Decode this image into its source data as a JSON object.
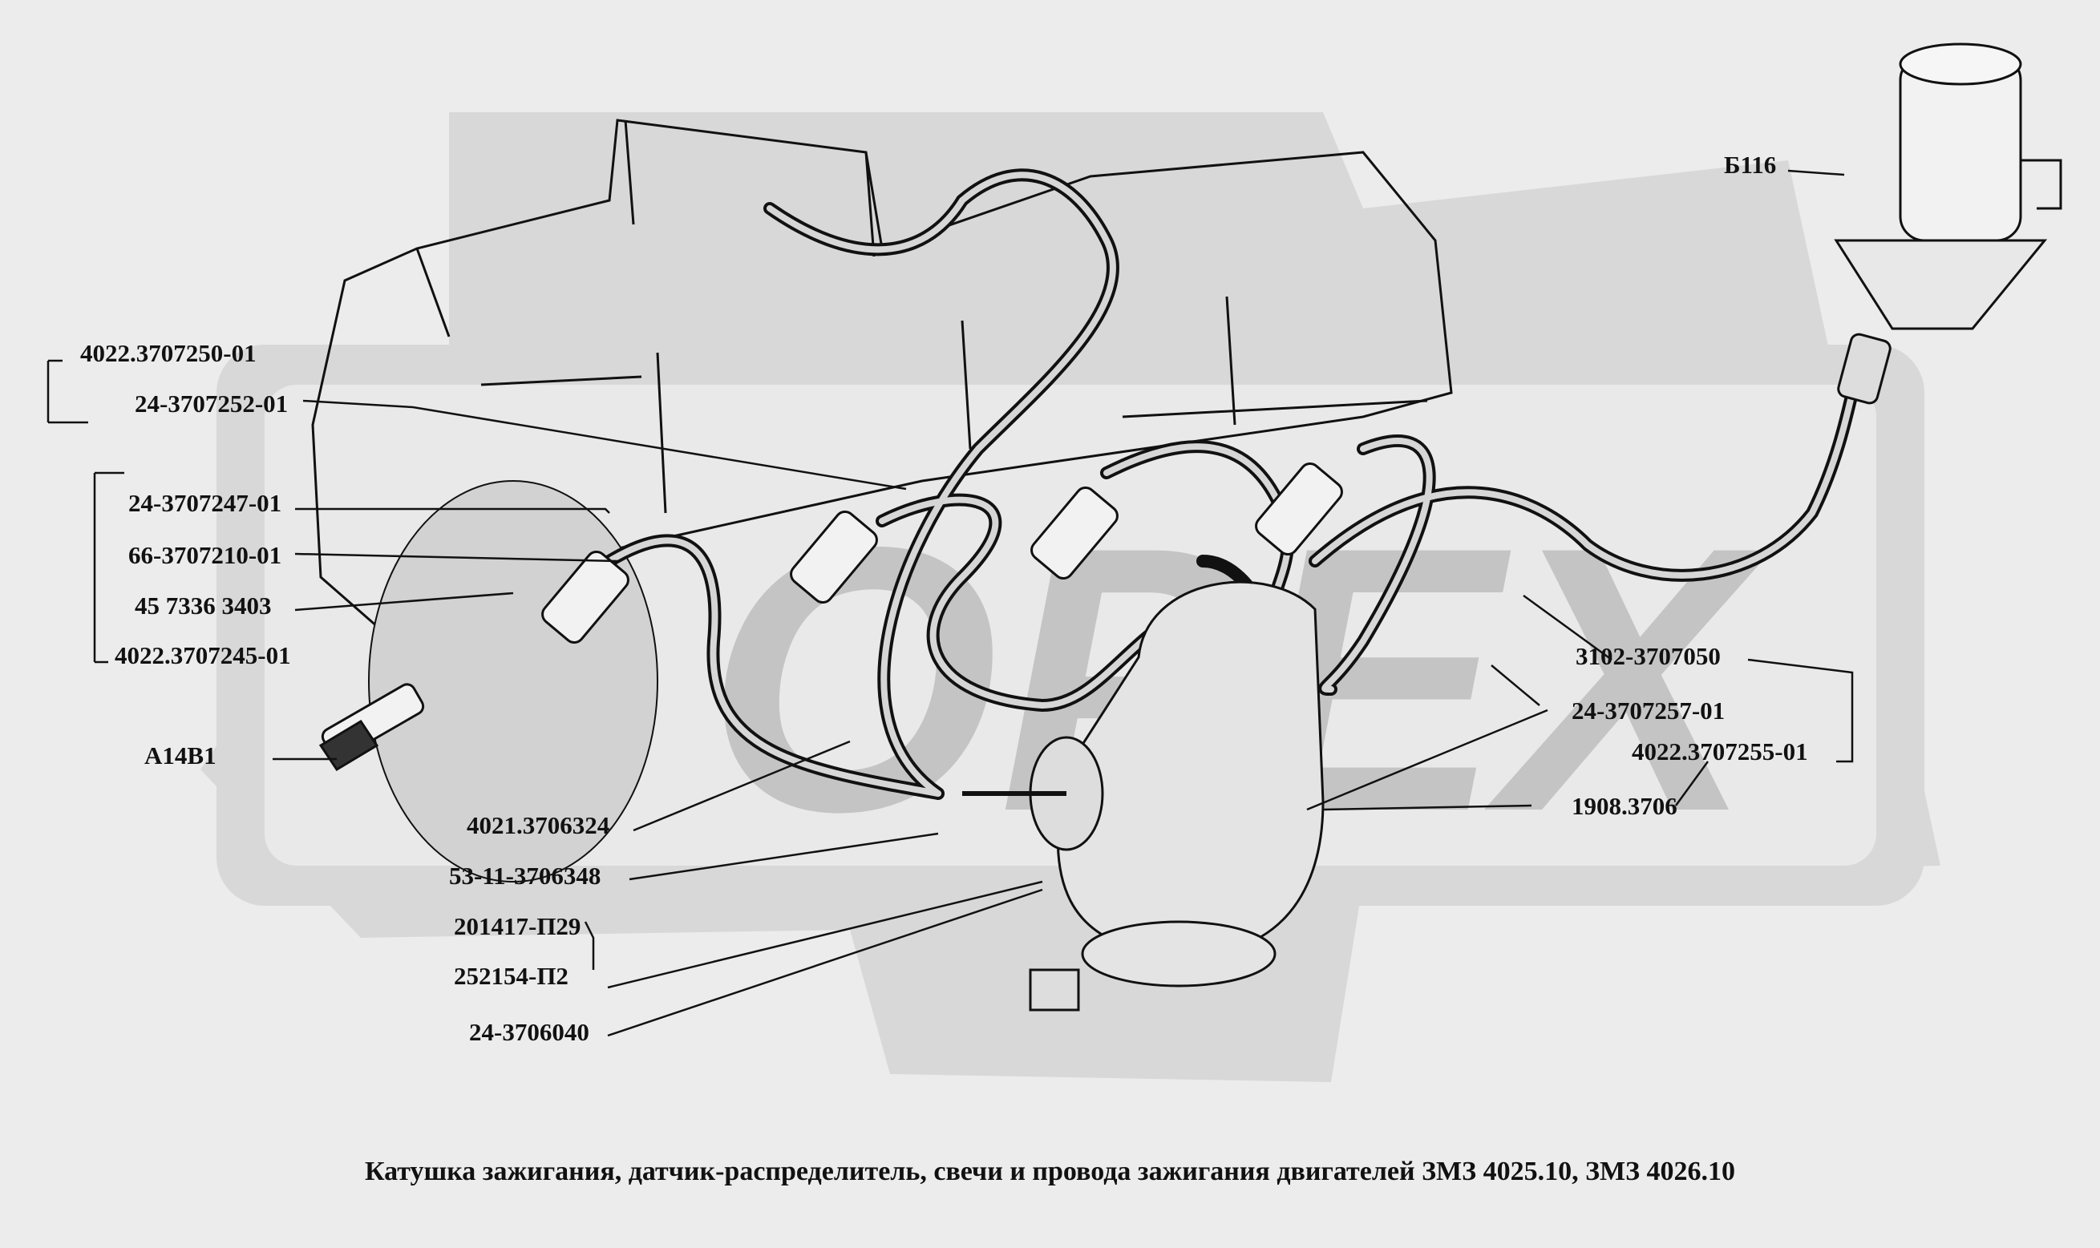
{
  "caption": "Катушка зажигания, датчик-распределитель, свечи и  провода зажигания двигателей ЗМЗ 4025.10, ЗМЗ 4026.10",
  "watermark": "ОРЕХ",
  "parts": {
    "coil": "Б116",
    "wire_set_1": "4022.3707250-01",
    "wire_1": "24-3707252-01",
    "tip_1": "24-3707247-01",
    "resistor_1": "66-3707210-01",
    "cap_1": "45 7336 3403",
    "wire_set_2": "4022.3707245-01",
    "spark_plug": "А14В1",
    "rotor": "4021.3706324",
    "vacuum_tube": "53-11-3706348",
    "bolt": "201417-П29",
    "washer": "252154-П2",
    "gear": "24-3706040",
    "central_wire": "3102-3707050",
    "wire_2": "24-3707257-01",
    "wire_set_3": "4022.3707255-01",
    "distributor": "1908.3706"
  },
  "colors": {
    "background": "#ececec",
    "watermark": "#c7c7c7",
    "ink": "#111111"
  }
}
